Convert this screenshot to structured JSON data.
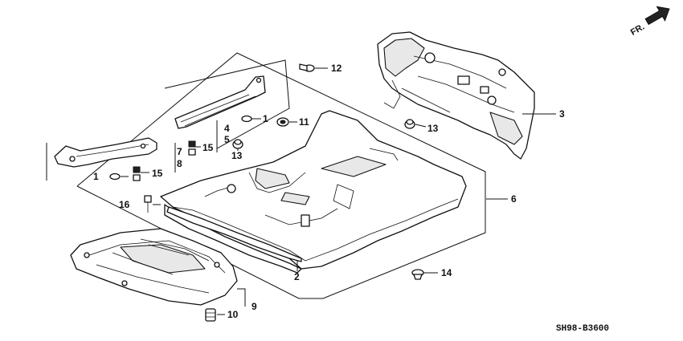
{
  "callouts": {
    "c1a": "1",
    "c1b": "1",
    "c2": "2",
    "c3": "3",
    "c4": "4",
    "c5": "5",
    "c6": "6",
    "c7": "7",
    "c8": "8",
    "c9": "9",
    "c10": "10",
    "c11": "11",
    "c12": "12",
    "c13a": "13",
    "c13b": "13",
    "c14": "14",
    "c15a": "15",
    "c15b": "15",
    "c16": "16"
  },
  "direction_label": "FR.",
  "diagram_code": "SH98-B3600"
}
